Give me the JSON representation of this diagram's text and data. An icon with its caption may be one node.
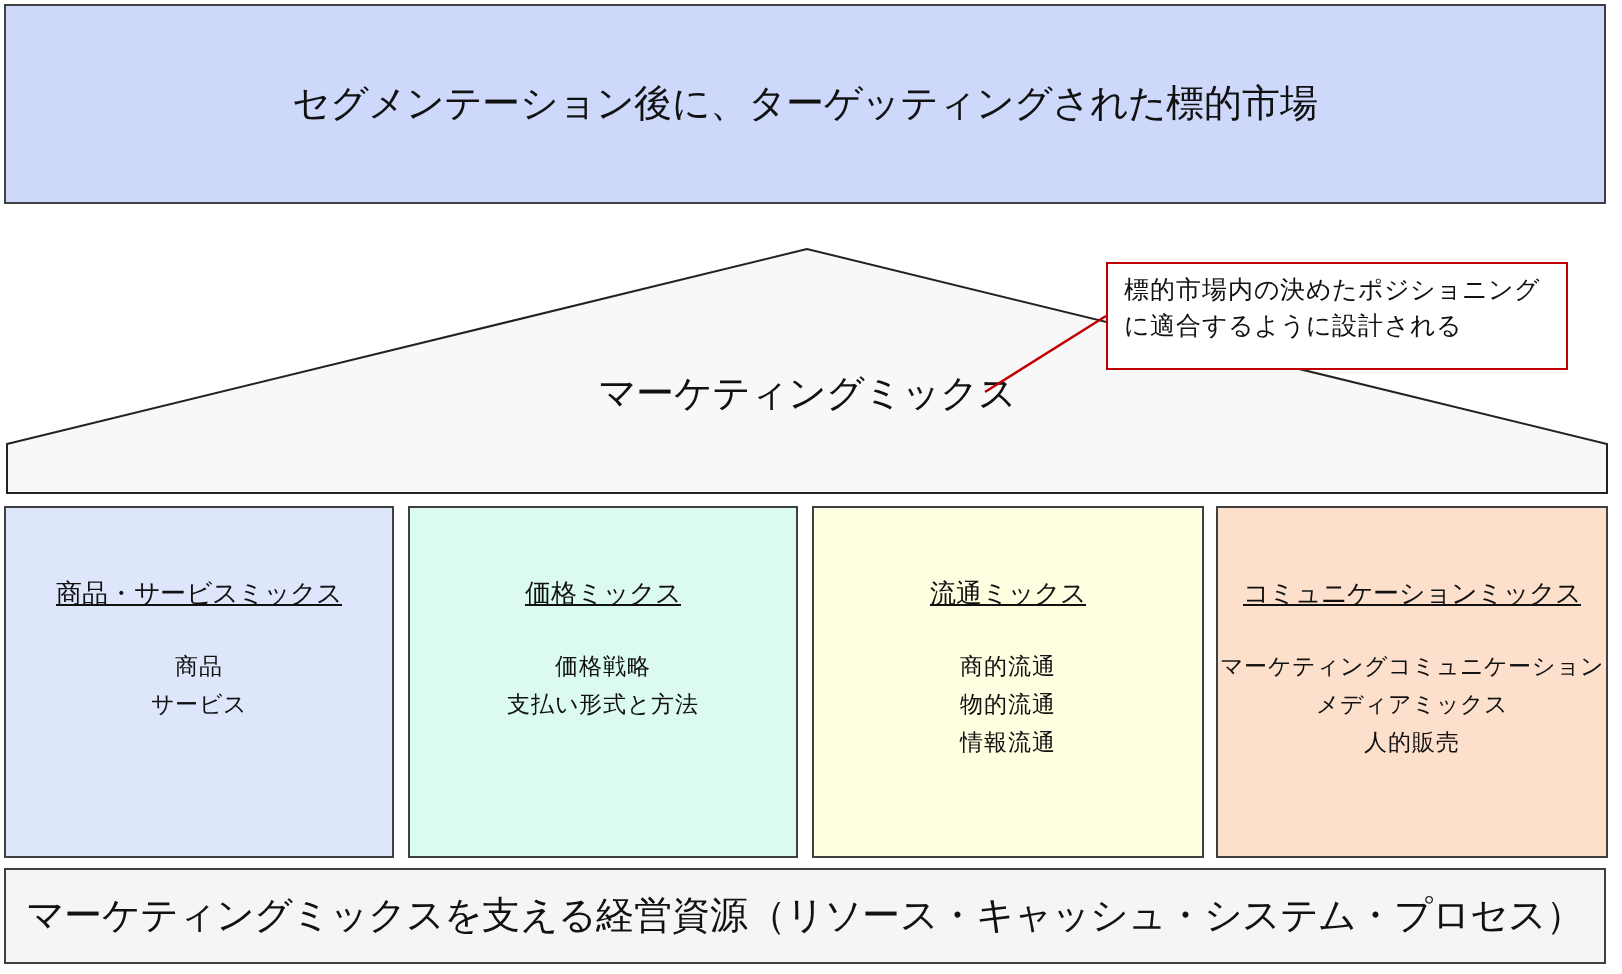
{
  "diagram": {
    "nodes": [
      {
        "text": [
          "セグメンテーション後に、ターゲッティングされた標的市場"
        ]
      },
      {
        "text": [
          "マーケティングミックス"
        ]
      },
      {
        "text": [
          "標的市場内の決めたポジショニングに適合するように設計される"
        ]
      },
      {
        "text": [
          "商品・サービスミックス",
          "商品",
          "サービス"
        ]
      },
      {
        "text": [
          "価格ミックス",
          "価格戦略",
          "支払い形式と方法"
        ]
      },
      {
        "text": [
          "流通ミックス",
          "商的流通",
          "物的流通",
          "情報流通"
        ]
      },
      {
        "text": [
          "コミュニケーションミックス",
          "マーケティングコミュニケーション",
          "メディアミックス",
          "人的販売"
        ]
      },
      {
        "text": [
          "マーケティングミックスを支える経営資源（リソース・キャッシュ・システム・プロセス）"
        ]
      }
    ],
    "edges": [
      {
        "from": 2,
        "to": 1,
        "arrow": "none",
        "color": "#c00000"
      }
    ]
  }
}
